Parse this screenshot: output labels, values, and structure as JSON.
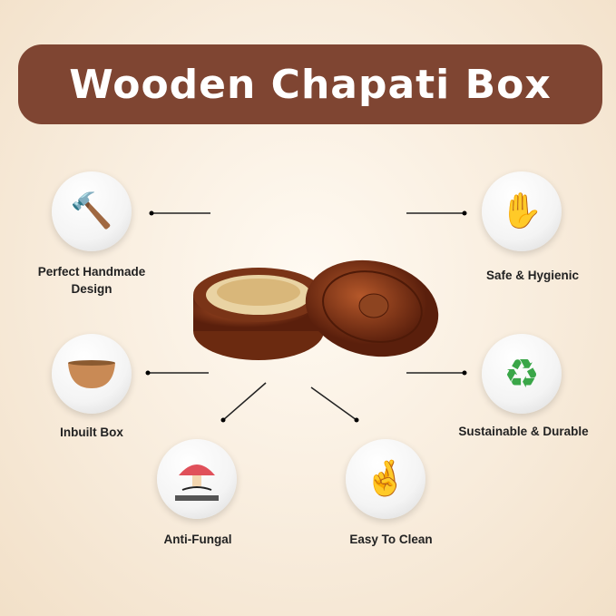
{
  "title": "Wooden Chapati Box",
  "features": {
    "handmade": "Perfect Handmade Design",
    "safe": "Safe & Hygienic",
    "inbuilt": "Inbuilt Box",
    "sustainable": "Sustainable & Durable",
    "antifungal": "Anti-Fungal",
    "easy": "Easy To Clean"
  },
  "colors": {
    "banner": "#7f4532",
    "wood": "#8a3a1a"
  }
}
